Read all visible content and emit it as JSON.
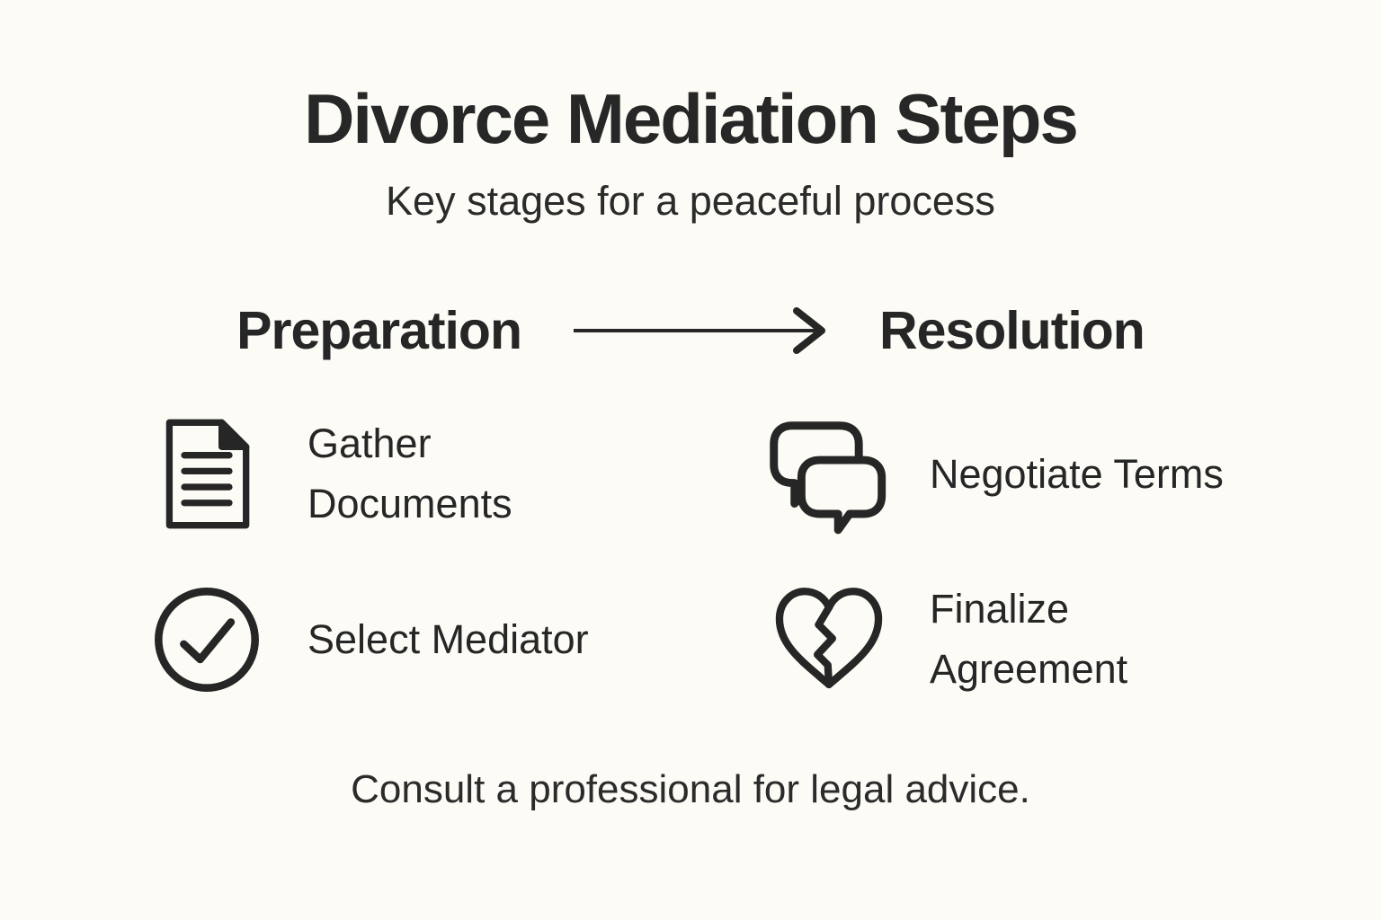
{
  "page": {
    "background_color": "#fcfbf6",
    "ink_color": "#262626"
  },
  "header": {
    "title": "Divorce Mediation Steps",
    "subtitle": "Key stages for a peaceful process"
  },
  "stages": {
    "left": "Preparation",
    "right": "Resolution",
    "connector_icon": "right-arrow-icon"
  },
  "columns": [
    {
      "stage": "Preparation",
      "items": [
        {
          "icon": "document-icon",
          "label": "Gather Documents"
        },
        {
          "icon": "check-circle-icon",
          "label": "Select Mediator"
        }
      ]
    },
    {
      "stage": "Resolution",
      "items": [
        {
          "icon": "chat-bubbles-icon",
          "label": "Negotiate Terms"
        },
        {
          "icon": "broken-heart-icon",
          "label": "Finalize Agreement"
        }
      ]
    }
  ],
  "footer": {
    "disclaimer": "Consult a professional for legal advice."
  }
}
